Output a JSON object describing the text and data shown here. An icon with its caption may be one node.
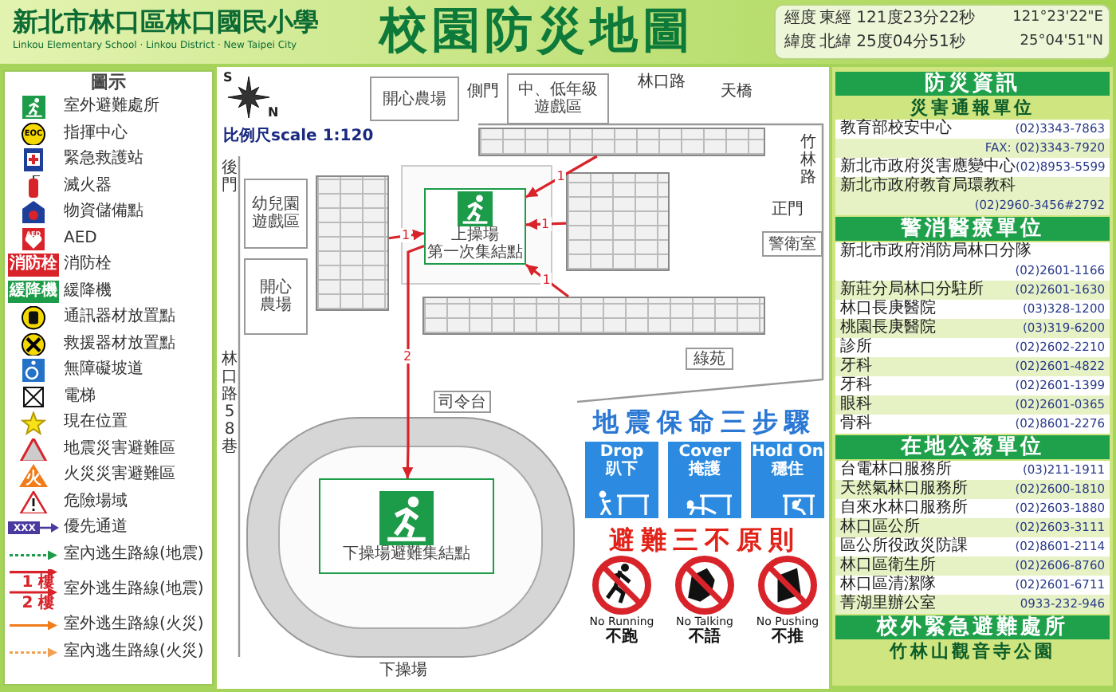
{
  "diagram": {
    "title": "校園防災地圖",
    "nodes": [
      {
        "text": [
          "開心農場"
        ]
      },
      {
        "text": [
          "中、低年級遊戲區"
        ]
      },
      {
        "text": [
          "幼兒園遊戲區"
        ]
      },
      {
        "text": [
          "開心農場"
        ]
      },
      {
        "text": [],
        "shape": "box"
      },
      {
        "text": [],
        "shape": "box"
      },
      {
        "text": [],
        "shape": "box"
      },
      {
        "text": [],
        "shape": "box"
      },
      {
        "text": [
          "上操場",
          "第一次集結點"
        ]
      },
      {
        "text": [
          "下操場避難集結點"
        ]
      },
      {
        "text": [
          "司令台"
        ]
      },
      {
        "text": [
          "綠苑"
        ]
      },
      {
        "text": [
          "警衛室"
        ]
      }
    ],
    "edges": [
      {
        "from": 4,
        "to": 8,
        "arrow": "to",
        "label": "1"
      },
      {
        "from": 5,
        "to": 8,
        "arrow": "to",
        "label": "1"
      },
      {
        "from": 6,
        "to": 8,
        "arrow": "to",
        "label": "1"
      },
      {
        "from": 7,
        "to": 8,
        "arrow": "to",
        "label": "1"
      },
      {
        "from": 8,
        "to": 9,
        "arrow": "to",
        "label": "2"
      }
    ],
    "labels": [
      "新北市林口區林口國民小學",
      "Linkou Elementary School · Linkou District · New Taipei City",
      "經度",
      "東經 121度23分22秒",
      "121°23'22\"E",
      "緯度",
      "北緯 25度04分51秒",
      "25°04'51\"N",
      "圖示",
      "EOC",
      "AED",
      "消防栓",
      "緩降機",
      "火",
      "XXX",
      "1 樓",
      "2 樓",
      "S",
      "N",
      "比例尺scale 1:120",
      "林口路",
      "側門",
      "後門",
      "林口路58巷",
      "竹林路",
      "正門",
      "天橋",
      "下操場",
      "地震保命三步驟",
      "Drop 趴下",
      "Cover 掩護",
      "Hold On 穩住",
      "避難三不原則",
      "No Running",
      "不跑",
      "No Talking",
      "不語",
      "No Pushing",
      "不推",
      "防災資訊",
      "災害通報單位",
      "教育部校安中心",
      "(02)3343-7863",
      "FAX: (02)3343-7920",
      "新北市政府災害應變中心",
      "(02)8953-5599",
      "新北市政府教育局環教科",
      "(02)2960-3456#2792",
      "警消醫療單位",
      "新北市政府消防局林口分隊",
      "(02)2601-1166",
      "新莊分局林口分駐所",
      "(02)2601-1630",
      "林口長庚醫院",
      "(03)328-1200",
      "桃園長庚醫院",
      "(03)319-6200",
      "診所",
      "(02)2602-2210",
      "牙科",
      "(02)2601-4822",
      "牙科",
      "(02)2601-1399",
      "眼科",
      "(02)2601-0365",
      "骨科",
      "(02)8601-2276",
      "在地公務單位",
      "台電林口服務所",
      "(03)211-1911",
      "天然氣林口服務所",
      "(02)2600-1810",
      "自來水林口服務所",
      "(02)2603-1880",
      "林口區公所",
      "(02)2603-3111",
      "區公所役政災防課",
      "(02)8601-2114",
      "林口區衛生所",
      "(02)2606-8760",
      "林口區清潔隊",
      "(02)2601-6711",
      "菁湖里辦公室",
      "0933-232-946",
      "校外緊急避難處所",
      "竹林山觀音寺公園"
    ],
    "legend": [
      {
        "text": "室外避難處所"
      },
      {
        "text": "指揮中心"
      },
      {
        "text": "緊急救護站"
      },
      {
        "text": "滅火器"
      },
      {
        "text": "物資儲備點"
      },
      {
        "text": "AED"
      },
      {
        "text": "消防栓"
      },
      {
        "text": "緩降機"
      },
      {
        "text": "通訊器材放置點"
      },
      {
        "text": "救援器材放置點"
      },
      {
        "text": "無障礙坡道"
      },
      {
        "text": "電梯"
      },
      {
        "text": "現在位置"
      },
      {
        "text": "地震災害避難區"
      },
      {
        "text": "火災災害避難區"
      },
      {
        "text": "危險場域"
      },
      {
        "text": "優先通道"
      },
      {
        "text": "室內逃生路線(地震)"
      },
      {
        "text": "室外逃生路線(地震)"
      },
      {
        "text": "室外逃生路線(火災)"
      },
      {
        "text": "室內逃生路線(火災)"
      }
    ]
  }
}
